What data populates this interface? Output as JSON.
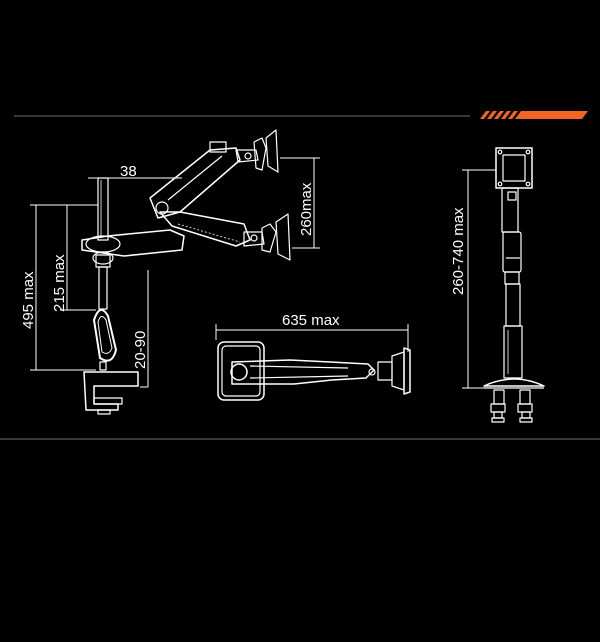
{
  "colors": {
    "background": "#000000",
    "line": "#ffffff",
    "accent": "#f26522",
    "divider": "#6b6b6b"
  },
  "dimensions": {
    "side_pole_width": "38",
    "side_arm_height": "260max",
    "side_total_height": "495 max",
    "side_arm_base_height": "215 max",
    "side_clamp_range": "20-90",
    "top_reach": "635 max",
    "front_height_range": "260-740 max"
  }
}
